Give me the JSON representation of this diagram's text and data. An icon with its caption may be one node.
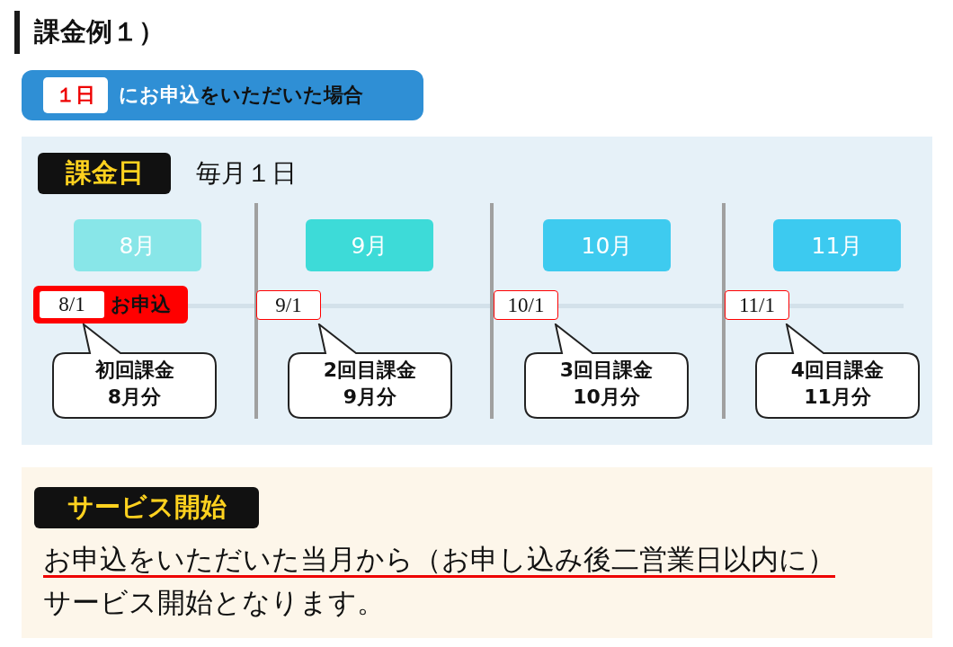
{
  "diagram": {
    "title": "課金例１）",
    "nodes": [
      {
        "text": [
          "にお申込",
          "をいただいた場合"
        ]
      },
      {
        "text": [
          "１日"
        ],
        "in": 0
      },
      {
        "text": [
          "毎月１日"
        ]
      },
      {
        "text": [
          "課金日"
        ],
        "in": 2
      },
      {
        "text": [
          "8月"
        ],
        "in": 2
      },
      {
        "text": [
          "9月"
        ],
        "in": 2
      },
      {
        "text": [
          "10月"
        ],
        "in": 2
      },
      {
        "text": [
          "11月"
        ],
        "in": 2
      },
      {
        "text": [
          "お申込"
        ],
        "in": 2
      },
      {
        "text": [
          "8/1"
        ],
        "in": 8
      },
      {
        "text": [
          "9/1"
        ],
        "in": 2
      },
      {
        "text": [
          "10/1"
        ],
        "in": 2
      },
      {
        "text": [
          "11/1"
        ],
        "in": 2
      },
      {
        "text": [
          "初回課金",
          "8月分"
        ],
        "in": 2
      },
      {
        "text": [
          "2回目課金",
          "9月分"
        ],
        "in": 2
      },
      {
        "text": [
          "3回目課金",
          "10月分"
        ],
        "in": 2
      },
      {
        "text": [
          "4回目課金",
          "11月分"
        ],
        "in": 2
      },
      {
        "text": [
          "お申込をいただいた当月から（お申し込み後二営業日以内に）サービス開始となります。"
        ]
      },
      {
        "text": [
          "サービス開始"
        ],
        "in": 17
      }
    ]
  }
}
